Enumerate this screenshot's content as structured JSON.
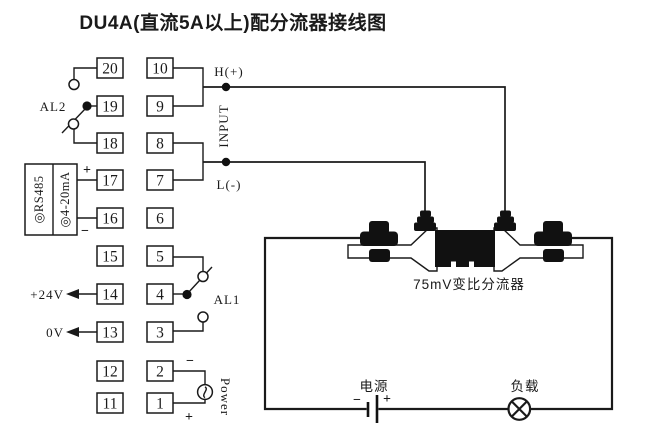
{
  "title": "DU4A(直流5A以上)配分流器接线图",
  "terminals": {
    "left": [
      "20",
      "19",
      "18",
      "17",
      "16",
      "15",
      "14",
      "13",
      "12",
      "11"
    ],
    "right": [
      "10",
      "9",
      "8",
      "7",
      "6",
      "5",
      "4",
      "3",
      "2",
      "1"
    ]
  },
  "alarms": {
    "al2": "AL2",
    "al1": "AL1"
  },
  "io": {
    "rs485_label": "◎RS485",
    "loop_label": "◎4-20mA",
    "loop_plus": "+",
    "loop_minus": "−",
    "p24v": "+24V",
    "zero_v": "0V"
  },
  "input": {
    "high": "H(+)",
    "low": "L(-)",
    "label": "INPUT"
  },
  "power": {
    "label": "Power",
    "minus": "−",
    "plus": "+"
  },
  "shunt": {
    "label": "75mV变比分流器"
  },
  "circuit": {
    "source": "电源",
    "source_minus": "−",
    "source_plus": "+",
    "load": "负载"
  },
  "colors": {
    "ink": "#1a1a1a",
    "fill_black": "#111111",
    "bg": "#ffffff"
  }
}
